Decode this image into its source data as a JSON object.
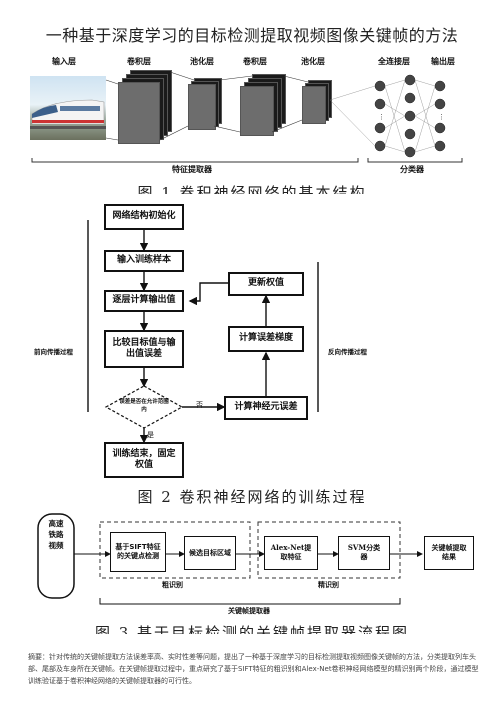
{
  "title": "一种基于深度学习的目标检测提取视频图像关键帧的方法",
  "fig1": {
    "labels": [
      "输入层",
      "卷积层",
      "池化层",
      "卷积层",
      "池化层",
      "全连接层",
      "输出层"
    ],
    "feature_extractor": "特征提取器",
    "classifier": "分类器",
    "caption": "图 1   卷积神经网络的基本结构"
  },
  "fig2": {
    "init": "网络结构初始化",
    "input": "输入训练样本",
    "compute_output": "逐层计算输出值",
    "compare": "比较目标值与输出值误差",
    "decision": "误差是否在允许范围内",
    "no": "否",
    "yes": "是",
    "end": "训练结束，固定权值",
    "update": "更新权值",
    "gradient": "计算误差梯度",
    "neuron_error": "计算神经元误差",
    "forward": "前向传播过程",
    "backward": "反向传播过程",
    "caption": "图 2   卷积神经网络的训练过程"
  },
  "fig3": {
    "video": "高速铁路视频",
    "sift": "基于SIFT特征的关键点检测",
    "candidate": "候选目标区域",
    "coarse": "粗识别",
    "alexnet": "Alex-Net提取特征",
    "svm": "SVM分类器",
    "fine": "精识别",
    "result": "关键帧提取结果",
    "extractor": "关键帧提取器",
    "caption": "图 3   基于目标检测的关键帧提取器流程图"
  },
  "abstract": "摘要：针对传统的关键帧提取方法误差率高、实时性差等问题，提出了一种基于深度学习的目标检测提取视频图像关键帧的方法，分类提取列车头部、尾部及车身所在关键帧。在关键帧提取过程中，重点研究了基于SIFT特征的粗识别和Alex-Net卷积神经网络模型的精识别两个阶段，通过模型训练验证基于卷积神经网络的关键帧提取器的可行性。"
}
